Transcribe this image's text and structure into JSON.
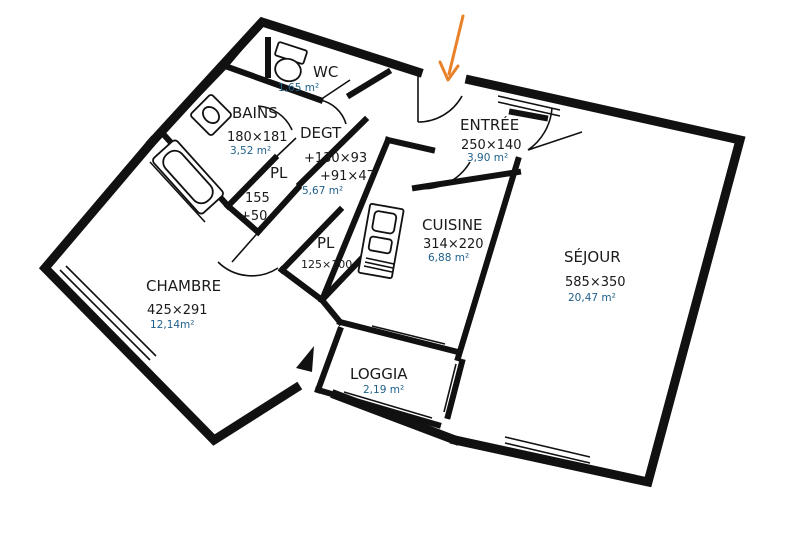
{
  "colors": {
    "wall": "#111111",
    "area_text": "#1f5f8b",
    "arrow": "#e8822a",
    "background": "#ffffff"
  },
  "rooms": {
    "wc": {
      "name": "WC",
      "area": "1,65 m²"
    },
    "bains": {
      "name": "BAINS",
      "dims": "180×181",
      "area": "3,52 m²"
    },
    "degt": {
      "name": "DEGT",
      "dims": "+130×93",
      "dims2": "+91×47",
      "area": "5,67 m²"
    },
    "pl1": {
      "name": "PL",
      "dims": "155",
      "dims2": "+50"
    },
    "entree": {
      "name": "ENTRÉE",
      "dims": "250×140",
      "area": "3,90 m²"
    },
    "pl2": {
      "name": "PL",
      "dims": "125×100"
    },
    "cuisine": {
      "name": "CUISINE",
      "dims": "314×220",
      "area": "6,88 m²"
    },
    "sejour": {
      "name": "SÉJOUR",
      "dims": "585×350",
      "area": "20,47 m²"
    },
    "chambre": {
      "name": "CHAMBRE",
      "dims": "425×291",
      "area": "12,14m²"
    },
    "loggia": {
      "name": "LOGGIA",
      "area": "2,19 m²"
    }
  },
  "icons": [
    "entrance-arrow-icon",
    "toilet-icon",
    "sink-icon",
    "bathtub-icon",
    "kitchen-sink-icon"
  ]
}
